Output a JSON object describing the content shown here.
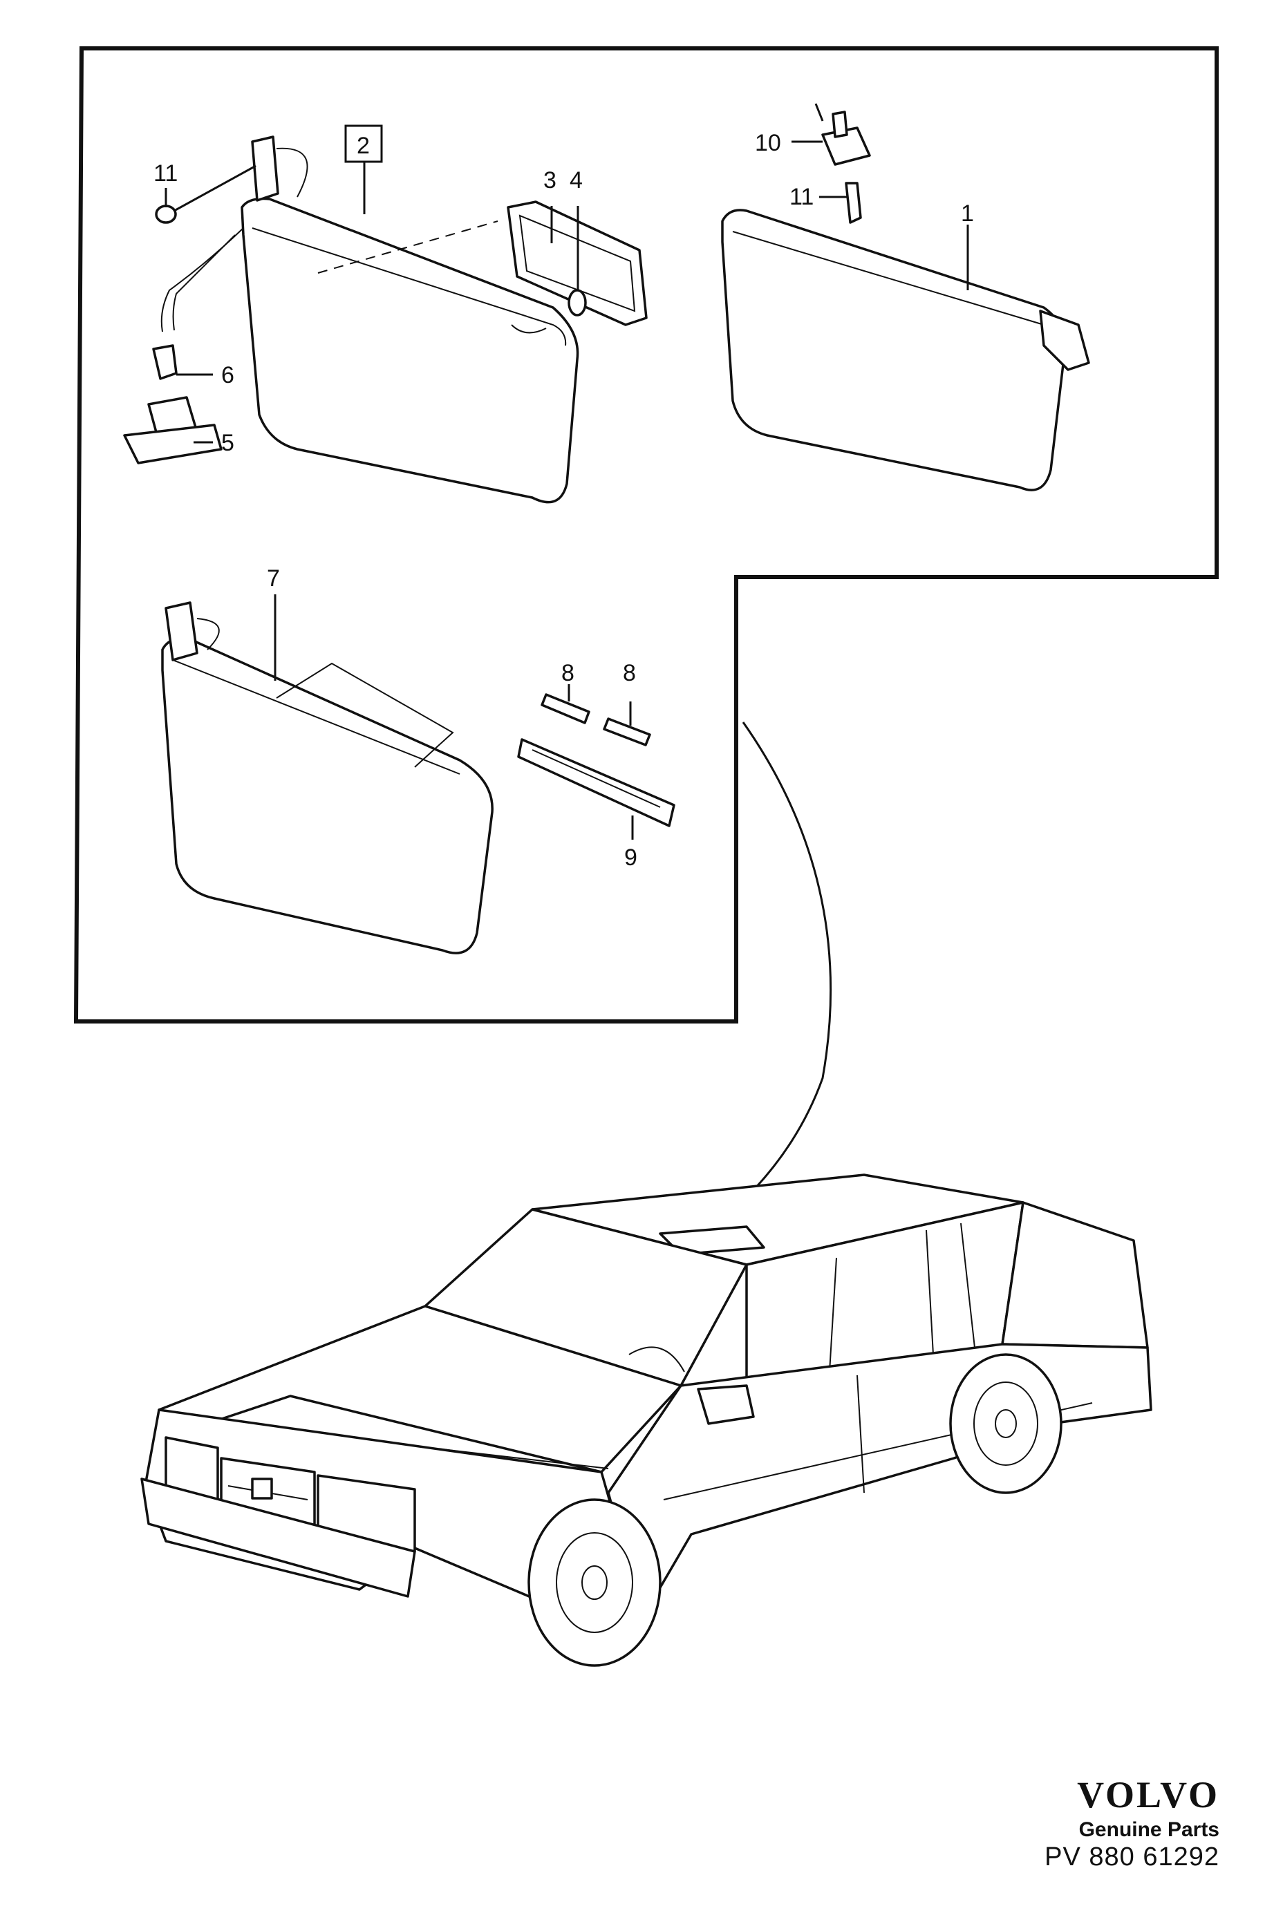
{
  "callouts": {
    "c1": "1",
    "c2": "2",
    "c3": "3",
    "c4": "4",
    "c5": "5",
    "c6": "6",
    "c7": "7",
    "c8a": "8",
    "c8b": "8",
    "c9": "9",
    "c10": "10",
    "c11a": "11",
    "c11b": "11"
  },
  "branding": {
    "logo": "VOLVO",
    "subtitle": "Genuine Parts",
    "code": "PV 880 61292"
  }
}
